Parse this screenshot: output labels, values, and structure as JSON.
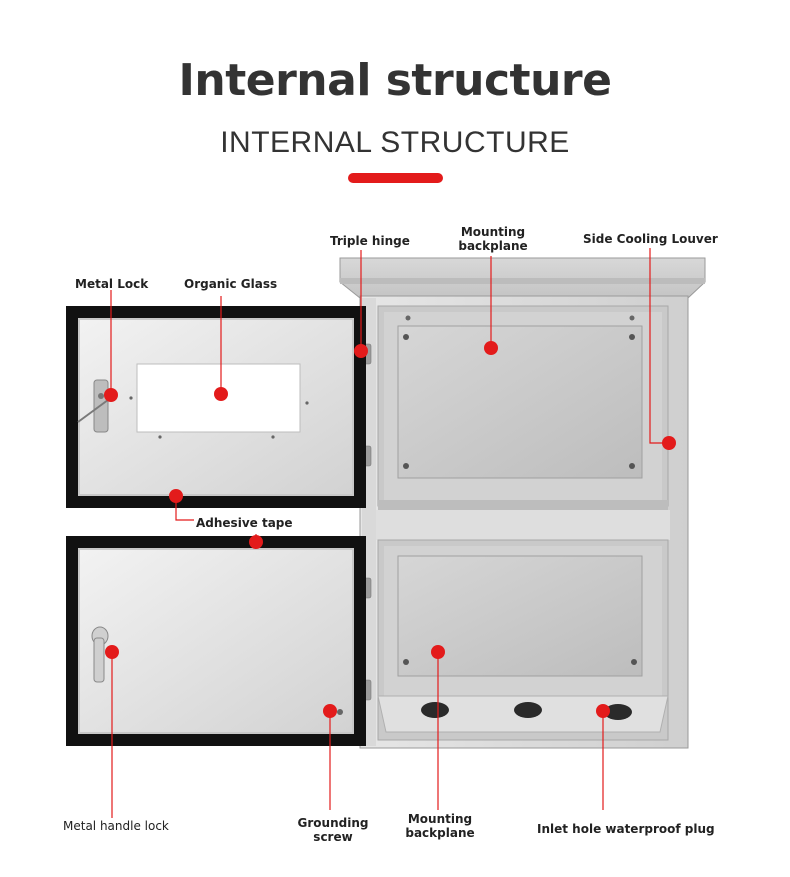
{
  "heading": {
    "title": "Internal structure",
    "subtitle": "INTERNAL STRUCTURE"
  },
  "colors": {
    "accent": "#e31b1b",
    "steel_light": "#e4e4e4",
    "steel_mid": "#cfcfcf",
    "steel_dark": "#a9a9a9",
    "gasket": "#111111"
  },
  "labels": {
    "triple_hinge": "Triple hinge",
    "mounting_backplane_top": "Mounting\nbackplane",
    "side_cooling_louver": "Side Cooling Louver",
    "metal_lock": "Metal Lock",
    "organic_glass": "Organic Glass",
    "adhesive_tape": "Adhesive tape",
    "metal_handle_lock": "Metal handle lock",
    "grounding_screw": "Grounding\nscrew",
    "mounting_backplane_bottom": "Mounting\nbackplane",
    "inlet_hole_waterproof_plug": "Inlet hole waterproof plug"
  }
}
